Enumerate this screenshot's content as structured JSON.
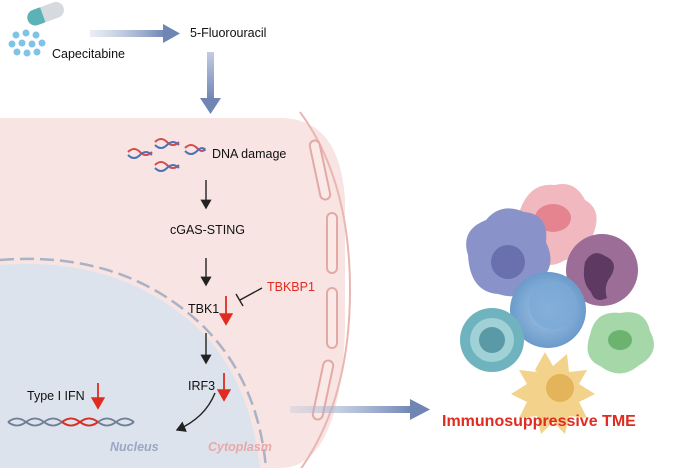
{
  "drug": {
    "name": "Capecitabine",
    "metabolite": "5-Fluorouracil"
  },
  "pathway": {
    "dna_damage": "DNA damage",
    "sensor": "cGAS-STING",
    "kinase": "TBK1",
    "inhibitor": "TBKBP1",
    "factor": "IRF3",
    "output": "Type I IFN"
  },
  "compartments": {
    "nucleus": "Nucleus",
    "cytoplasm": "Cytoplasm"
  },
  "outcome": "Immunosuppressive TME",
  "colors": {
    "accent_red": "#e02b20",
    "arrow_blue": "#6f85b4",
    "cell_pink": "#f8e4e2",
    "nucleus_blue": "#dde3ec"
  }
}
